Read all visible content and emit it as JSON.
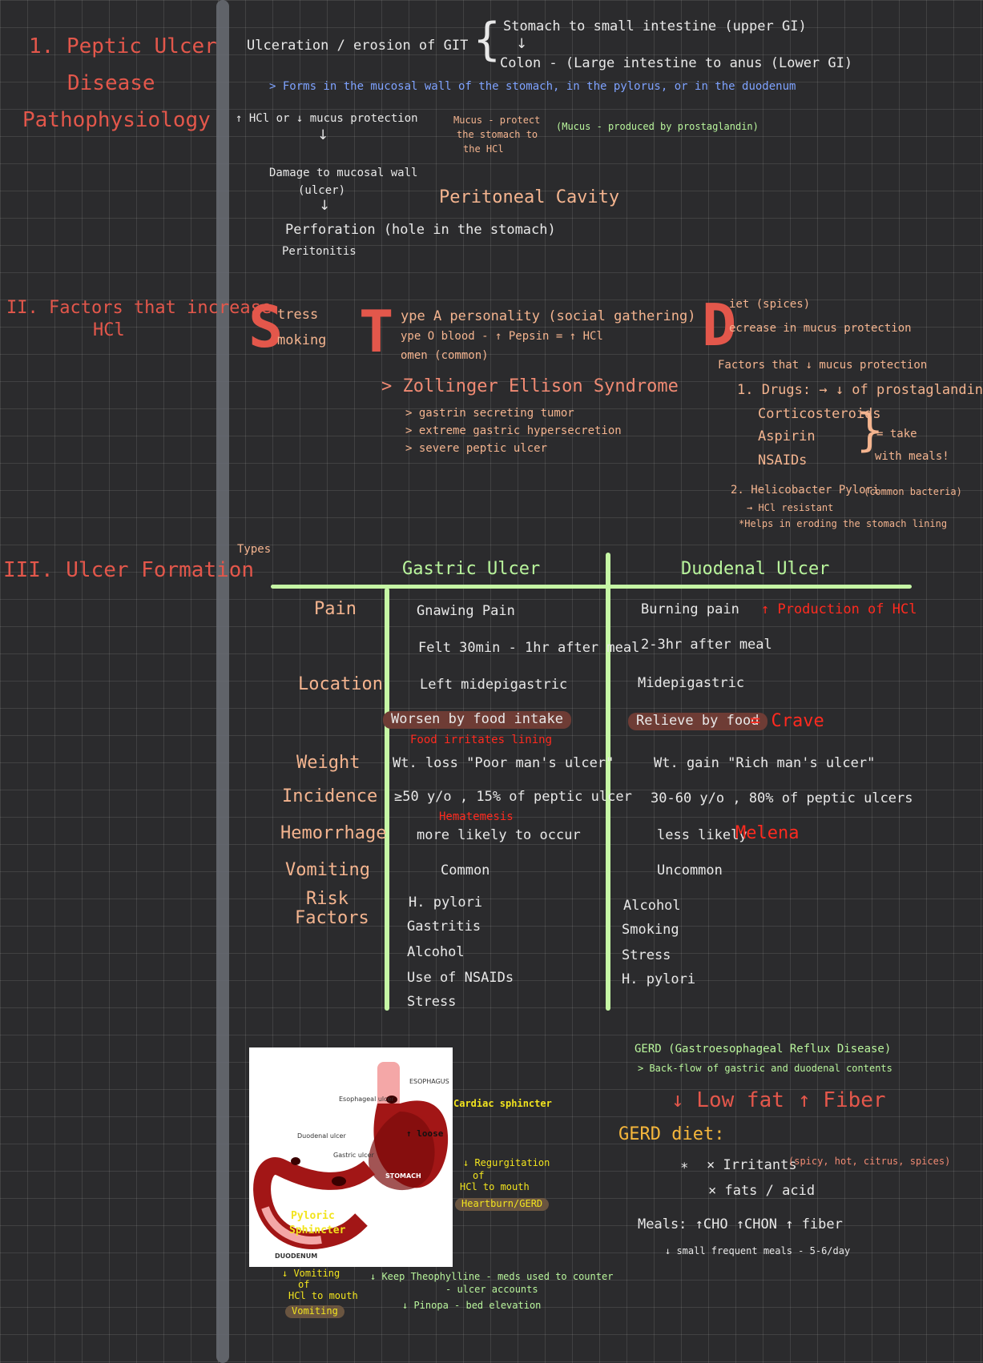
{
  "left_headings": {
    "h1_line1": "1. Peptic Ulcer",
    "h1_line2": "Disease",
    "h1_line3": "Pathophysiology",
    "h2_line1": "II. Factors that increase",
    "h2_line2": "HCl",
    "h3": "III. Ulcer Formation"
  },
  "patho": {
    "main": "Ulceration / erosion of GIT",
    "branch_upper": "Stomach to small intestine (upper GI)",
    "branch_lower": "Colon - (Large intestine to anus (Lower GI)",
    "forms_note": "> Forms in the mucosal wall of the stomach, in the pylorus, or in the duodenum",
    "hcl_line": "↑ HCl or ↓ mucus protection",
    "mucus_note_1": "Mucus - protect",
    "mucus_note_2": "the stomach to",
    "mucus_note_3": "the HCl",
    "mucus_side": "(Mucus - produced by prostaglandin)",
    "damage": "Damage to mucosal wall",
    "ulcer": "(ulcer)",
    "peritoneal": "Peritoneal Cavity",
    "perforation": "Perforation (hole in the stomach)",
    "peritonitis": "Peritonitis"
  },
  "factors": {
    "s_letter": "S",
    "s1": "tress",
    "s2": "moking",
    "t_letter": "T",
    "t1": "ype A personality (social gathering)",
    "t2": "ype O blood - ↑ Pepsin = ↑ HCl",
    "t3": "omen (common)",
    "zes": "> Zollinger Ellison Syndrome",
    "zes1": "> gastrin secreting tumor",
    "zes2": "> extreme gastric hypersecretion",
    "zes3": "> severe peptic ulcer",
    "d_letter": "D",
    "d1": "iet (spices)",
    "d2": "ecrease in mucus protection",
    "factors_mucus": "Factors that ↓ mucus protection",
    "drugs": "1. Drugs: → ↓ of prostaglandin",
    "drug1": "Corticosteroids",
    "drug2": "Aspirin",
    "drug3": "NSAIDs",
    "drug_note_1": "= take",
    "drug_note_2": "with meals!",
    "hpylori": "2. Helicobacter Pylori",
    "hpylori_note": "(common bacteria)",
    "hpylori_sub1": "→ HCl resistant",
    "hpylori_sub2": "*Helps in eroding the stomach lining"
  },
  "types_label": "Types",
  "table": {
    "col_gastric": "Gastric Ulcer",
    "col_duodenal": "Duodenal Ulcer",
    "rows": [
      {
        "label": "Pain",
        "gastric": "Gnawing Pain",
        "duodenal": "Burning pain",
        "duodenal_note": "↑ Production of HCl"
      },
      {
        "label": "",
        "gastric": "Felt 30min - 1hr after meal",
        "duodenal": "2-3hr after meal",
        "duodenal_note": ""
      },
      {
        "label": "Location",
        "gastric": "Left midepigastric",
        "duodenal": "Midepigastric",
        "duodenal_note": ""
      },
      {
        "label": "",
        "gastric": "Worsen by food intake",
        "gastric_note": "Food irritates lining",
        "duodenal": "Relieve by food",
        "duodenal_note": "= Crave"
      },
      {
        "label": "Weight",
        "gastric": "Wt. loss \"Poor man's ulcer\"",
        "duodenal": "Wt. gain \"Rich man's ulcer\"",
        "duodenal_note": ""
      },
      {
        "label": "Incidence",
        "gastric": "≥50 y/o , 15% of peptic ulcer",
        "duodenal": "30-60 y/o , 80% of peptic ulcers",
        "duodenal_note": ""
      },
      {
        "label": "Hemorrhage",
        "gastric": "more likely to occur",
        "gastric_note": "Hematemesis",
        "duodenal": "less likely",
        "duodenal_note": "Melena"
      },
      {
        "label": "Vomiting",
        "gastric": "Common",
        "duodenal": "Uncommon",
        "duodenal_note": ""
      }
    ],
    "risk_label_1": "Risk",
    "risk_label_2": "Factors",
    "risk_gastric": [
      "H. pylori",
      "Gastritis",
      "Alcohol",
      "Use of NSAIDs",
      "Stress"
    ],
    "risk_duodenal": [
      "Alcohol",
      "Smoking",
      "Stress",
      "H. pylori"
    ]
  },
  "diagram": {
    "esophagus": "ESOPHAGUS",
    "esophageal_ulcer": "Esophageal ulcer",
    "duodenal_ulcer": "Duodenal ulcer",
    "gastric_ulcer": "Gastric ulcer",
    "stomach": "STOMACH",
    "duodenum": "DUODENUM",
    "cardiac_sphincter": "Cardiac sphincter",
    "cs_open": "↑ loose",
    "pyloric_1": "Pyloric",
    "pyloric_2": "Sphincter",
    "right_1": "↓ Regurgitation",
    "right_2": "of",
    "right_3": "HCl to mouth",
    "right_box": "Heartburn/GERD",
    "below_left_1": "↓ Vomiting",
    "below_left_2": "of",
    "below_left_3": "HCl to mouth",
    "below_left_box": "Vomiting",
    "below_mid_1": "↓ Keep Theophylline - meds used to counter",
    "below_mid_2": "- ulcer accounts",
    "below_mid_3": "↓ Pinopa - bed elevation"
  },
  "gerd": {
    "title": "GERD (Gastroesophageal Reflux Disease)",
    "sub": "> Back-flow of gastric and duodenal contents",
    "diet_big_1": "↓ Low fat",
    "diet_big_2": "↑ Fiber",
    "diet_label": "GERD diet:",
    "item1": "× Irritants",
    "item1_note": "(spicy, hot, citrus, spices)",
    "item2": "× fats / acid",
    "meals": "Meals: ↑CHO ↑CHON ↑ fiber",
    "meals_note": "↓ small frequent meals - 5-6/day"
  }
}
